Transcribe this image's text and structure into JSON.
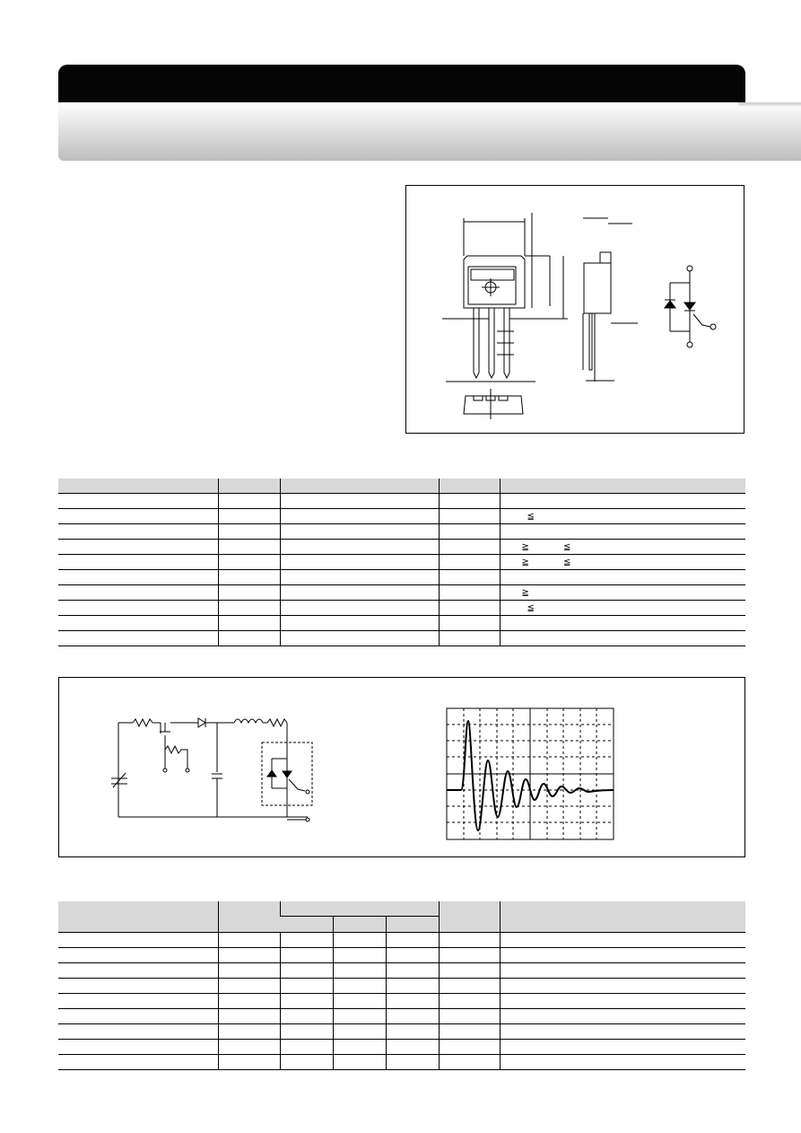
{
  "header": {
    "bar_color": "#050505",
    "gradient_colors": [
      "#ffffff",
      "#bdbdbd"
    ]
  },
  "figures": {
    "package_outline": {
      "icons": [
        "package-front-view",
        "package-side-view",
        "package-bottom-view",
        "thyristor-diode-symbol"
      ]
    },
    "test_circuit": {
      "icons": [
        "resistor",
        "switch",
        "diode",
        "inductor",
        "capacitor",
        "variable-capacitor",
        "thyristor-diode-module"
      ]
    },
    "waveform": {
      "icons": [
        "damped-oscillation-waveform"
      ]
    }
  },
  "ratings_table": {
    "rows": [
      {
        "c5": ""
      },
      {
        "c5": "≦"
      },
      {
        "c5": ""
      },
      {
        "c5": "≧            ≦"
      },
      {
        "c5": "≧            ≦"
      },
      {
        "c5": ""
      },
      {
        "c5": "≧"
      },
      {
        "c5": "≦"
      },
      {
        "c5": ""
      },
      {
        "c5": ""
      }
    ]
  },
  "characteristics_table": {
    "row_count": 9
  }
}
